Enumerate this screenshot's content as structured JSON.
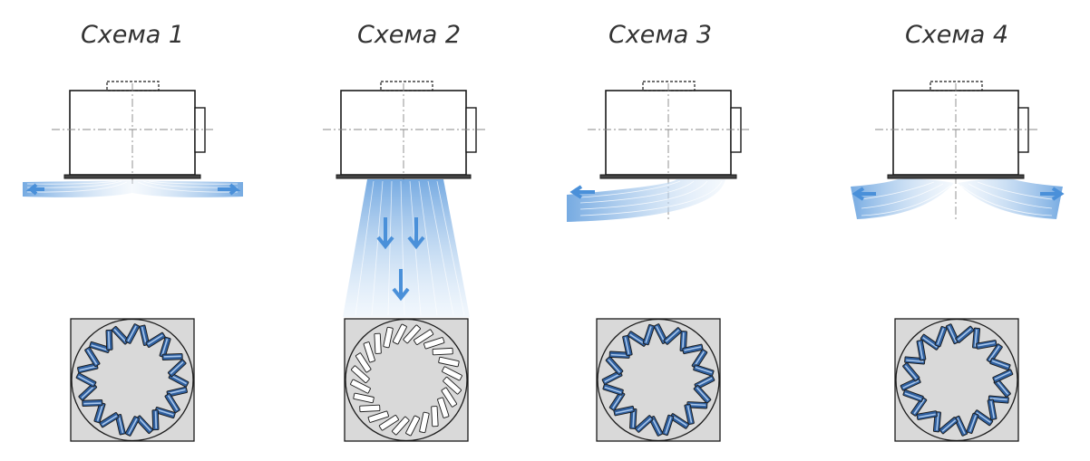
{
  "schemes": [
    {
      "title": "Схема 1",
      "flow": "horizontal-both",
      "blades": "pattern-a",
      "blades_filled": true
    },
    {
      "title": "Схема 2",
      "flow": "vertical-down",
      "blades": "pattern-open",
      "blades_filled": false
    },
    {
      "title": "Схема 3",
      "flow": "left-only",
      "blades": "pattern-b",
      "blades_filled": true
    },
    {
      "title": "Схема 4",
      "flow": "both-down-diagonal",
      "blades": "pattern-c",
      "blades_filled": true
    }
  ],
  "colors": {
    "outline": "#1a1a1a",
    "air_flow": "#7fb3e6",
    "air_flow_light": "#d6e8f8",
    "arrow": "#4a90d9",
    "panel_bg": "#d9d9d9",
    "blade_fill": "#2f5f9e",
    "blade_light": "#a9c8ee"
  }
}
